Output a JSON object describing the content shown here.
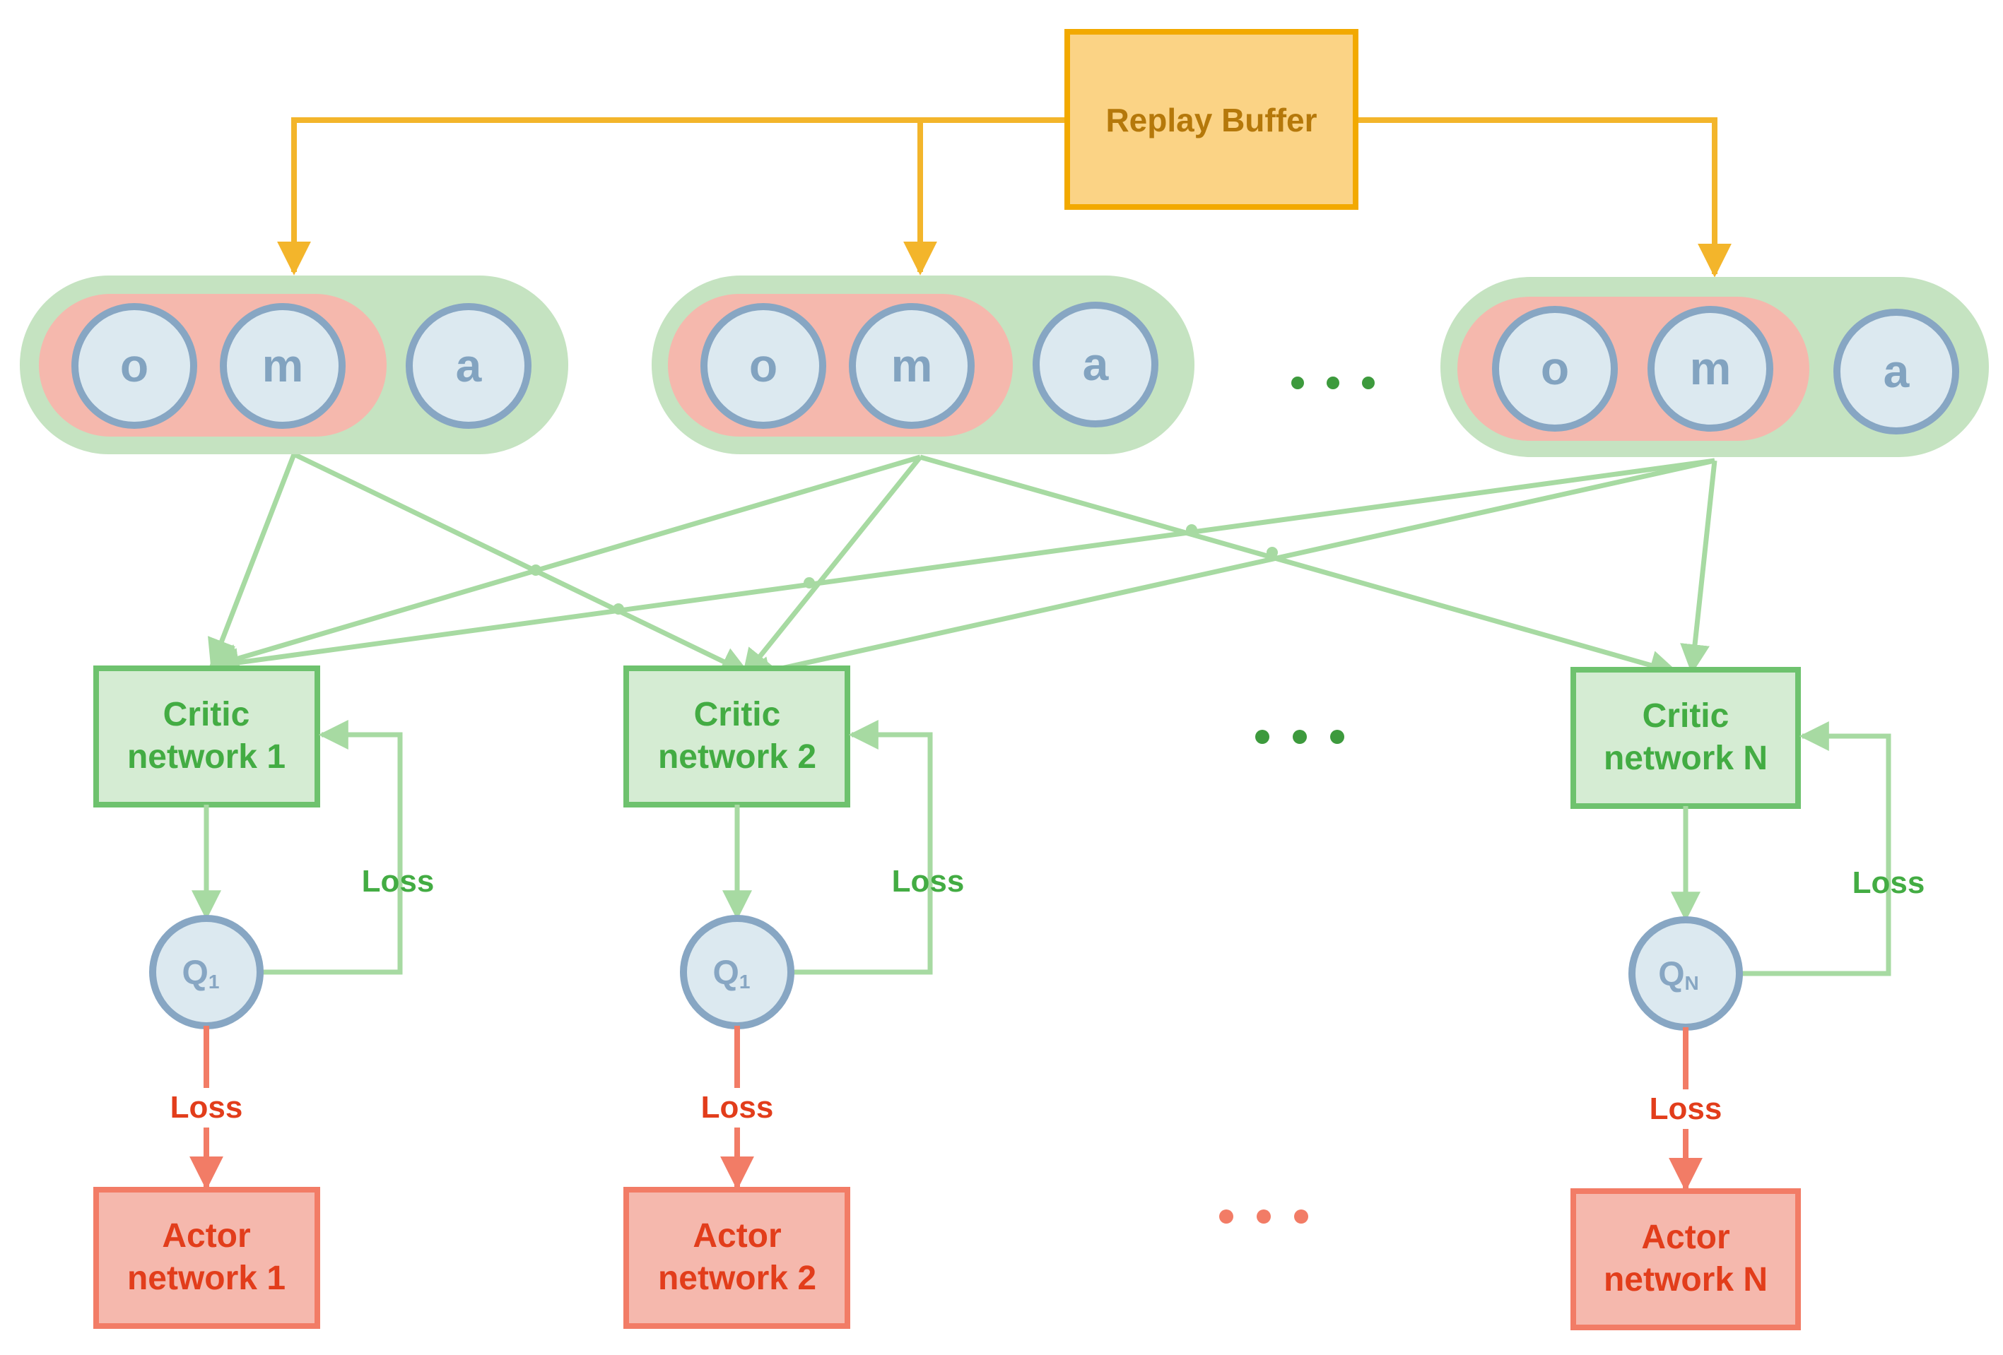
{
  "replay_buffer": {
    "label": "Replay Buffer"
  },
  "agents": [
    {
      "o": "o",
      "m": "m",
      "a": "a",
      "critic": [
        "Critic",
        "network 1"
      ],
      "q": "Q",
      "q_sub": "1",
      "critic_loss": "Loss",
      "actor_loss": "Loss",
      "actor": [
        "Actor",
        "network 1"
      ]
    },
    {
      "o": "o",
      "m": "m",
      "a": "a",
      "critic": [
        "Critic",
        "network 2"
      ],
      "q": "Q",
      "q_sub": "1",
      "critic_loss": "Loss",
      "actor_loss": "Loss",
      "actor": [
        "Actor",
        "network 2"
      ]
    },
    {
      "o": "o",
      "m": "m",
      "a": "a",
      "critic": [
        "Critic",
        "network N"
      ],
      "q": "Q",
      "q_sub": "N",
      "critic_loss": "Loss",
      "actor_loss": "Loss",
      "actor": [
        "Actor",
        "network N"
      ]
    }
  ],
  "colors": {
    "buffer_fill": "#fbd385",
    "buffer_stroke": "#f2a900",
    "buffer_arrow": "#f3b52b",
    "pill_outer": "#c5e3c1",
    "pill_inner": "#f5b8ad",
    "node_fill": "#dce9f0",
    "node_stroke": "#87a6c3",
    "critic_fill": "#d5ecd3",
    "critic_stroke": "#6ec26e",
    "green_arrow": "#a7daa2",
    "actor_fill": "#f5b8ad",
    "actor_stroke": "#f27c66",
    "red_arrow": "#f27c66",
    "dots_green": "#3d9a3d",
    "dots_red": "#f27c66"
  }
}
